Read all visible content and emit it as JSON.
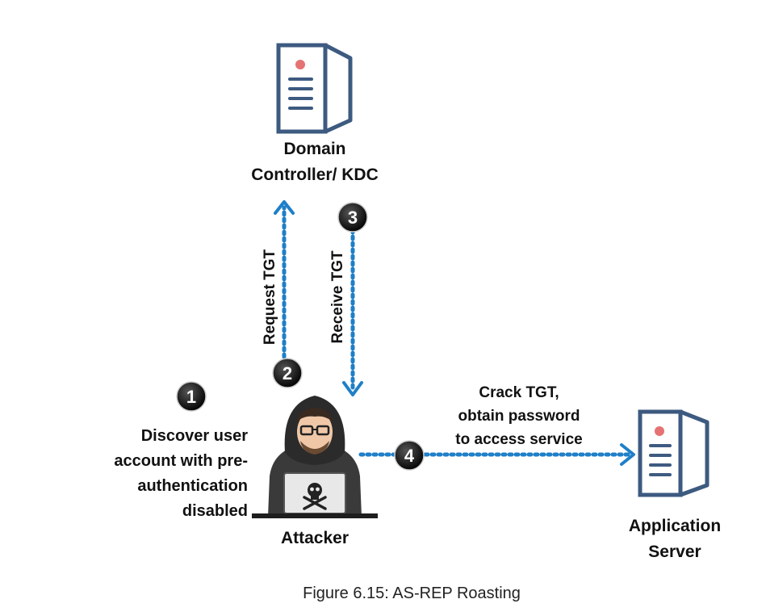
{
  "nodes": {
    "dc": {
      "line1": "Domain",
      "line2": "Controller/ KDC"
    },
    "app": {
      "line1": "Application",
      "line2": "Server"
    },
    "attacker": {
      "label": "Attacker"
    }
  },
  "steps": [
    {
      "number": "1",
      "lines": [
        "Discover user",
        "account  with pre-",
        "authentication",
        "disabled"
      ]
    },
    {
      "number": "2",
      "label": "Request TGT"
    },
    {
      "number": "3",
      "label": "Receive TGT"
    },
    {
      "number": "4",
      "lines": [
        "Crack TGT,",
        "obtain password",
        "to access service"
      ]
    }
  ],
  "caption": "Figure 6.15: AS-REP Roasting",
  "colors": {
    "server_frame": "#3d5a80",
    "server_light": "#e57373",
    "arrow": "#1f7fc8",
    "step_badge": "#1a1a1a"
  },
  "icons": {
    "server": "server-tower-icon",
    "attacker": "hooded-hacker-icon",
    "laptop_logo": "skull-crossbones-icon"
  }
}
